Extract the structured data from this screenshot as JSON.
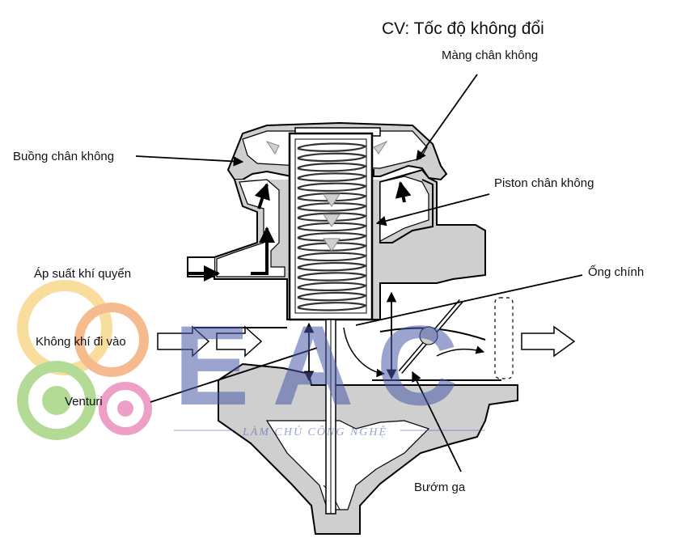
{
  "title": "CV: Tốc độ không đổi",
  "labels": {
    "vacuum_diaphragm": "Màng chân không",
    "vacuum_chamber": "Buồng chân không",
    "vacuum_piston": "Piston chân không",
    "atmospheric_pressure": "Áp suất khí quyển",
    "main_tube": "Ống chính",
    "intake_air": "Không khí đi vào",
    "venturi": "Venturi",
    "throttle": "Bướm ga"
  },
  "watermark": {
    "text": "EAC",
    "subtitle": "LÀM CHỦ CÔNG NGHỆ",
    "color": "#4a5aa8",
    "logo_colors": [
      "#f4a36a",
      "#f7d27c",
      "#9ccf72",
      "#e77fb3"
    ]
  },
  "colors": {
    "body_fill": "#cfcfcf",
    "line": "#000000",
    "spring": "#333333"
  }
}
